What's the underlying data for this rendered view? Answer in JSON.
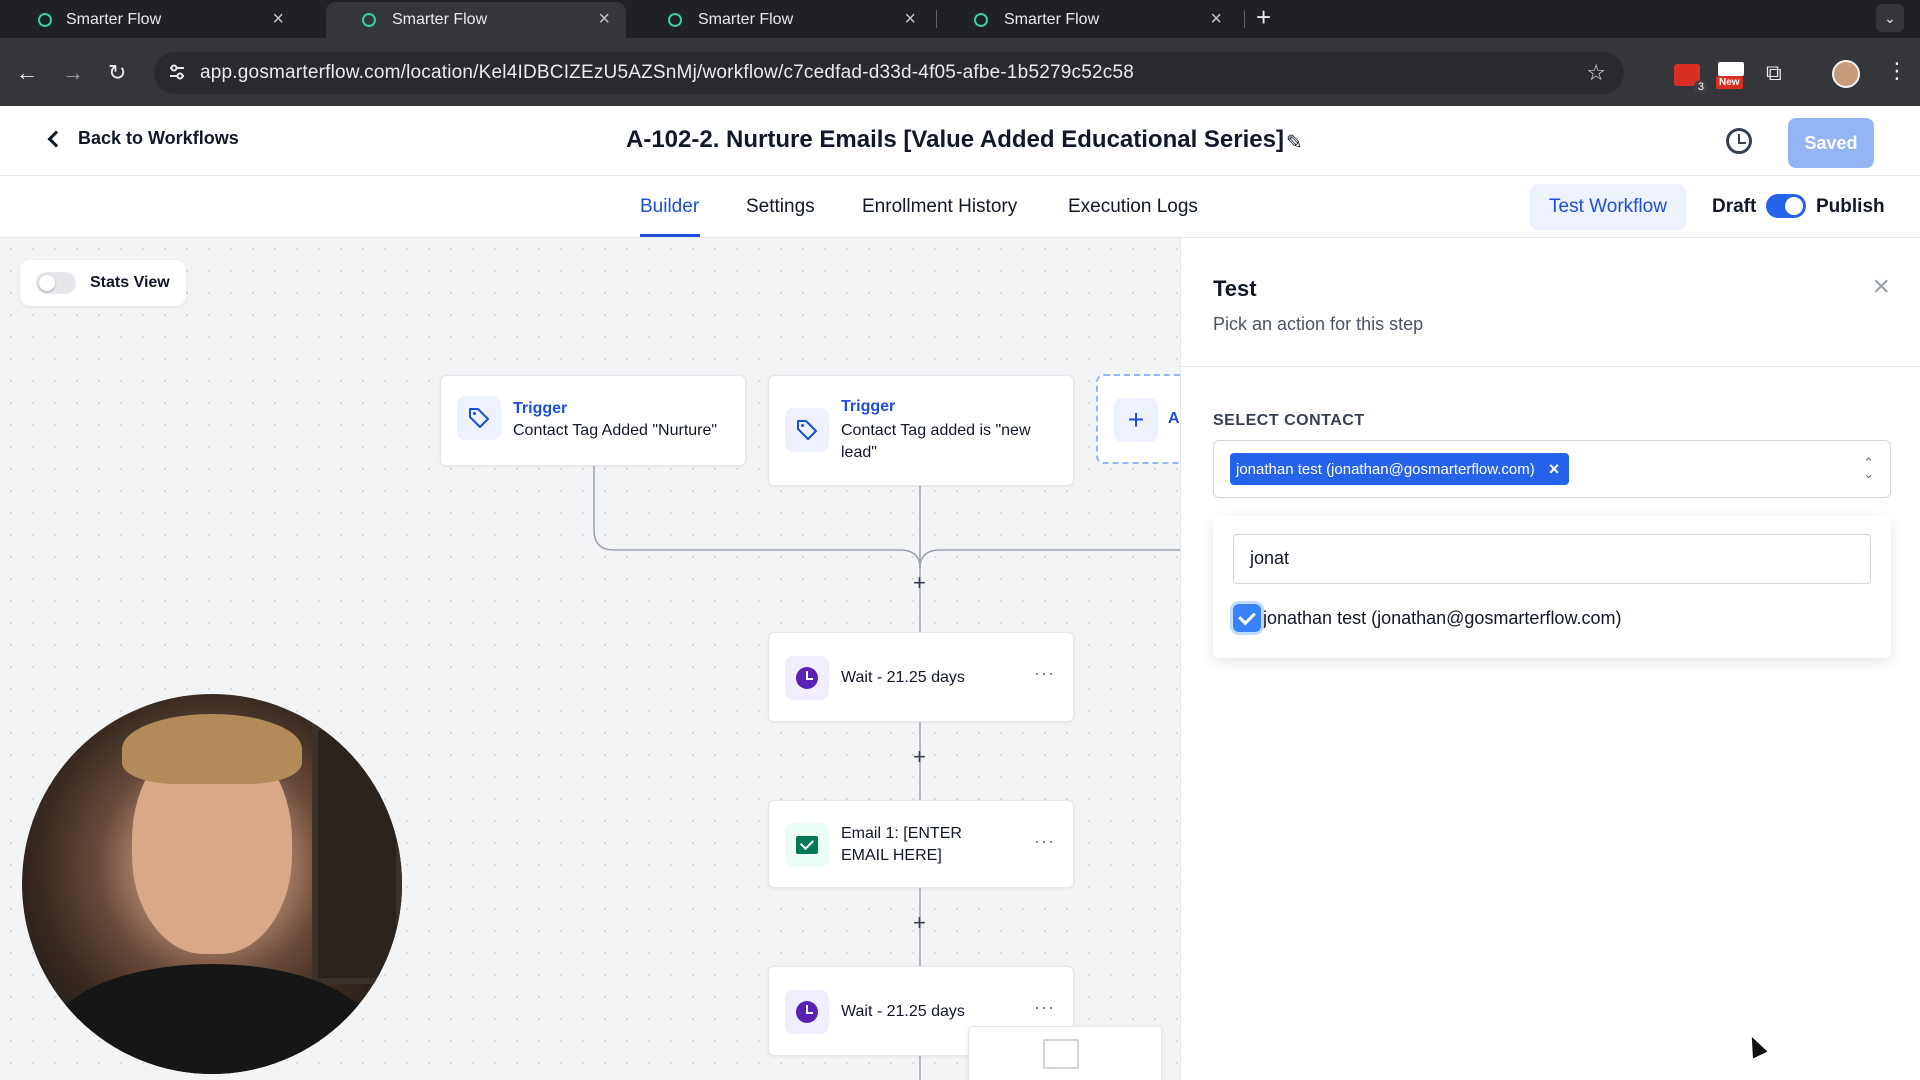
{
  "browser": {
    "tabs": [
      {
        "title": "Smarter Flow"
      },
      {
        "title": "Smarter Flow"
      },
      {
        "title": "Smarter Flow"
      },
      {
        "title": "Smarter Flow"
      }
    ],
    "url": "app.gosmarterflow.com/location/Kel4IDBCIZEzU5AZSnMj/workflow/c7cedfad-d33d-4f05-afbe-1b5279c52c58",
    "ext_badge": "3",
    "ext_new_label": "New"
  },
  "header": {
    "back_label": "Back to Workflows",
    "title": "A-102-2. Nurture Emails [Value Added Educational Series]",
    "saved_label": "Saved"
  },
  "subnav": {
    "tabs": [
      "Builder",
      "Settings",
      "Enrollment History",
      "Execution Logs"
    ],
    "active_tab": "Builder",
    "test_workflow": "Test Workflow",
    "draft": "Draft",
    "publish": "Publish",
    "publish_on": true
  },
  "canvas": {
    "stats_view_label": "Stats View",
    "stats_view_on": false,
    "triggers": [
      {
        "title": "Trigger",
        "text": "Contact Tag Added \"Nurture\""
      },
      {
        "title": "Trigger",
        "text": "Contact Tag added is \"new lead\""
      }
    ],
    "add_trigger_label": "A",
    "steps": [
      {
        "icon": "clock-icon",
        "text": "Wait - 21.25 days"
      },
      {
        "icon": "email-icon",
        "text": "Email 1: [ENTER EMAIL HERE]"
      },
      {
        "icon": "clock-icon",
        "text": "Wait - 21.25 days"
      }
    ]
  },
  "panel": {
    "title": "Test",
    "subtitle": "Pick an action for this step",
    "select_label": "SELECT CONTACT",
    "selected_chip": "jonathan test (jonathan@gosmarterflow.com)",
    "search_value": "jonat",
    "options": [
      {
        "label": "jonathan test (jonathan@gosmarterflow.com)",
        "checked": true
      }
    ]
  },
  "colors": {
    "accent": "#2563eb",
    "link": "#1d4ed8",
    "wait_icon": "#5b21b6",
    "email_icon": "#047857"
  }
}
